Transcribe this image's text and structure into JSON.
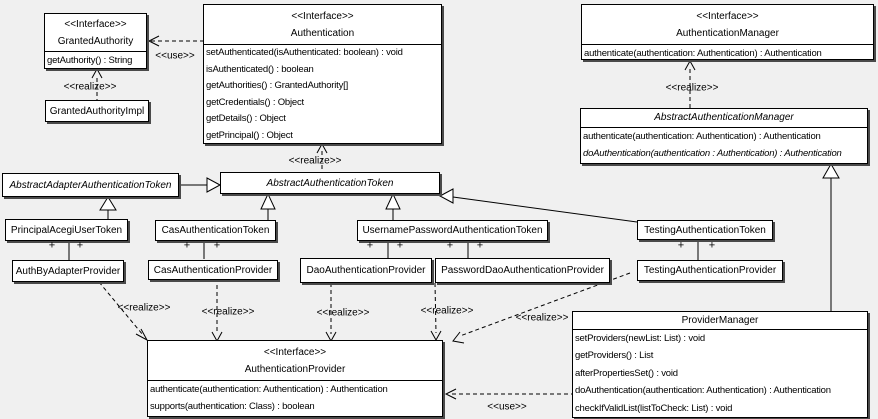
{
  "diagram": {
    "classes": {
      "granted_authority": {
        "stereotype": "<<Interface>>",
        "name": "GrantedAuthority",
        "methods": [
          "getAuthority() : String"
        ]
      },
      "granted_authority_impl": {
        "name": "GrantedAuthorityImpl"
      },
      "authentication": {
        "stereotype": "<<Interface>>",
        "name": "Authentication",
        "methods": [
          "setAuthenticated(isAuthenticated: boolean) : void",
          "isAuthenticated() : boolean",
          "getAuthorities() : GrantedAuthority[]",
          "getCredentials() : Object",
          "getDetails() : Object",
          "getPrincipal() : Object"
        ]
      },
      "authentication_manager": {
        "stereotype": "<<Interface>>",
        "name": "AuthenticationManager",
        "methods": [
          "authenticate(authentication: Authentication) : Authentication"
        ]
      },
      "abstract_authentication_manager": {
        "name": "AbstractAuthenticationManager",
        "methods": [
          "authenticate(authentication: Authentication) : Authentication",
          "doAuthentication(authentication : Authentication) : Authentication"
        ]
      },
      "abstract_adapter_authentication_token": {
        "name": "AbstractAdapterAuthenticationToken"
      },
      "abstract_authentication_token": {
        "name": "AbstractAuthenticationToken"
      },
      "principal_acegi_user_token": {
        "name": "PrincipalAcegiUserToken"
      },
      "cas_authentication_token": {
        "name": "CasAuthenticationToken"
      },
      "username_password_authentication_token": {
        "name": "UsernamePasswordAuthenticationToken"
      },
      "testing_authentication_token": {
        "name": "TestingAuthenticationToken"
      },
      "auth_by_adapter_provider": {
        "name": "AuthByAdapterProvider"
      },
      "cas_authentication_provider": {
        "name": "CasAuthenticationProvider"
      },
      "dao_authentication_provider": {
        "name": "DaoAuthenticationProvider"
      },
      "password_dao_authentication_provider": {
        "name": "PasswordDaoAuthenticationProvider"
      },
      "testing_authentication_provider": {
        "name": "TestingAuthenticationProvider"
      },
      "authentication_provider": {
        "stereotype": "<<Interface>>",
        "name": "AuthenticationProvider",
        "methods": [
          "authenticate(authentication: Authentication) : Authentication",
          "supports(authentication: Class) : boolean"
        ]
      },
      "provider_manager": {
        "name": "ProviderManager",
        "methods": [
          "setProviders(newList: List) : void",
          "getProviders() : List",
          "afterPropertiesSet() : void",
          "doAuthentication(authentication: Authentication) : Authentication",
          "checkIfValidList(listToCheck: List) : void"
        ]
      }
    },
    "edge_labels": {
      "use": "<<use>>",
      "realize": "<<realize>>"
    },
    "symbols": {
      "plus": "+"
    },
    "colors": {
      "background": "#f0f0f0",
      "box_fill": "#ffffff",
      "line": "#000000",
      "shadow": "#4a4a4a"
    },
    "relations": [
      {
        "from": "Authentication",
        "to": "GrantedAuthority",
        "type": "use"
      },
      {
        "from": "GrantedAuthorityImpl",
        "to": "GrantedAuthority",
        "type": "realize"
      },
      {
        "from": "AbstractAuthenticationToken",
        "to": "Authentication",
        "type": "realize"
      },
      {
        "from": "AbstractAuthenticationManager",
        "to": "AuthenticationManager",
        "type": "realize"
      },
      {
        "from": "AbstractAdapterAuthenticationToken",
        "to": "AbstractAuthenticationToken",
        "type": "generalize"
      },
      {
        "from": "PrincipalAcegiUserToken",
        "to": "AbstractAdapterAuthenticationToken",
        "type": "generalize"
      },
      {
        "from": "CasAuthenticationToken",
        "to": "AbstractAuthenticationToken",
        "type": "generalize"
      },
      {
        "from": "UsernamePasswordAuthenticationToken",
        "to": "AbstractAuthenticationToken",
        "type": "generalize"
      },
      {
        "from": "TestingAuthenticationToken",
        "to": "AbstractAuthenticationToken",
        "type": "generalize"
      },
      {
        "from": "PrincipalAcegiUserToken",
        "to": "AuthByAdapterProvider",
        "type": "association"
      },
      {
        "from": "CasAuthenticationToken",
        "to": "CasAuthenticationProvider",
        "type": "association"
      },
      {
        "from": "UsernamePasswordAuthenticationToken",
        "to": "DaoAuthenticationProvider",
        "type": "association"
      },
      {
        "from": "UsernamePasswordAuthenticationToken",
        "to": "PasswordDaoAuthenticationProvider",
        "type": "association"
      },
      {
        "from": "TestingAuthenticationToken",
        "to": "TestingAuthenticationProvider",
        "type": "association"
      },
      {
        "from": "AuthByAdapterProvider",
        "to": "AuthenticationProvider",
        "type": "realize"
      },
      {
        "from": "CasAuthenticationProvider",
        "to": "AuthenticationProvider",
        "type": "realize"
      },
      {
        "from": "DaoAuthenticationProvider",
        "to": "AuthenticationProvider",
        "type": "realize"
      },
      {
        "from": "PasswordDaoAuthenticationProvider",
        "to": "AuthenticationProvider",
        "type": "realize"
      },
      {
        "from": "TestingAuthenticationProvider",
        "to": "AuthenticationProvider",
        "type": "realize"
      },
      {
        "from": "ProviderManager",
        "to": "AbstractAuthenticationManager",
        "type": "generalize"
      },
      {
        "from": "ProviderManager",
        "to": "AuthenticationProvider",
        "type": "use"
      }
    ]
  }
}
